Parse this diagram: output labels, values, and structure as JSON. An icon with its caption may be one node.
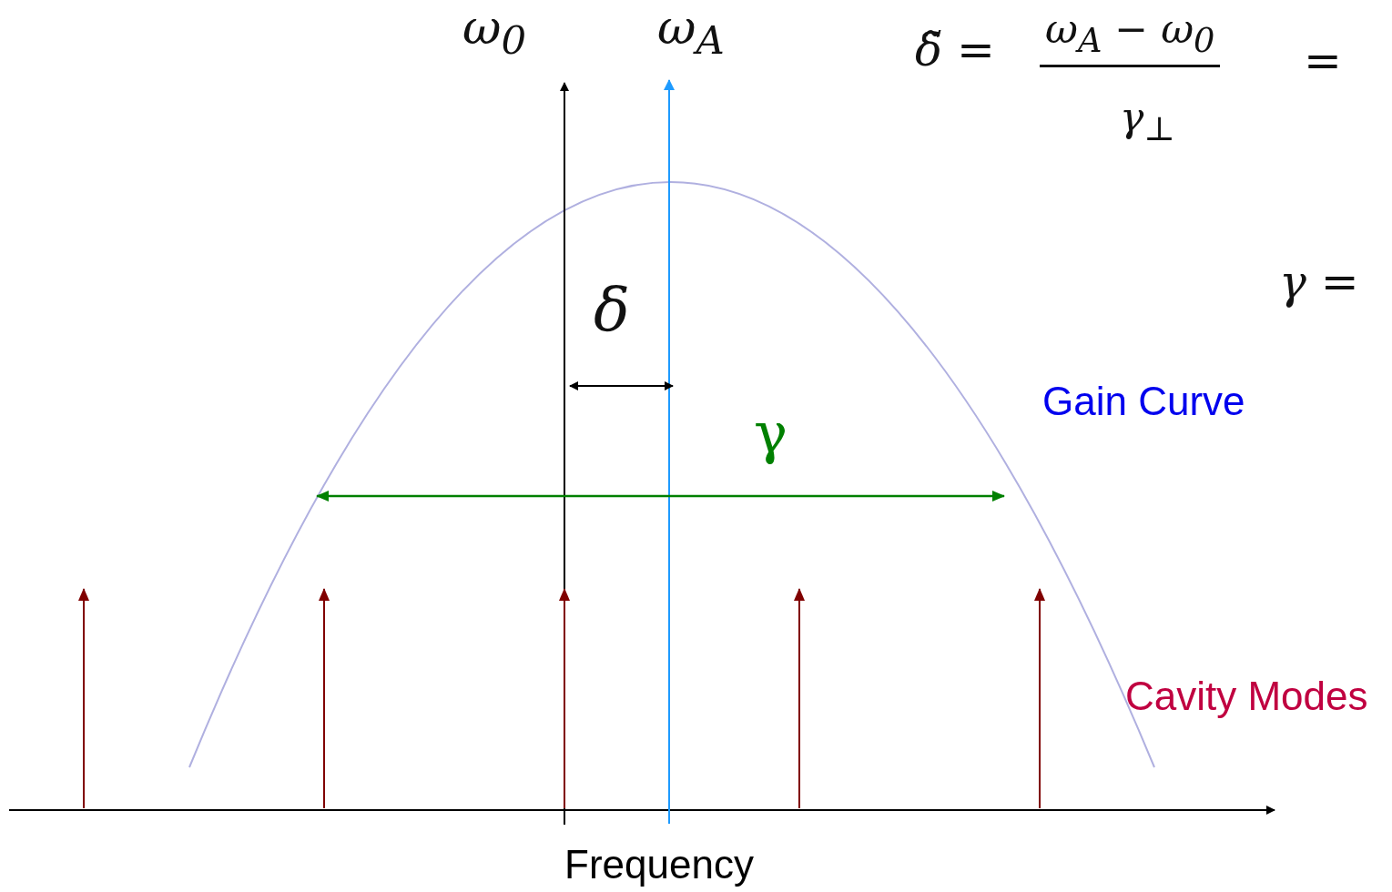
{
  "diagram": {
    "labels": [
      "ω$_{0}$",
      "ω$_{A}$",
      "δ̃ =",
      "ω$_{A}$ − ω$_{0}$",
      "γ$_{⊥}$",
      "=",
      "δ",
      "γ =",
      "Gain Curve",
      "γ",
      "Cavity Modes",
      "Frequency"
    ]
  }
}
